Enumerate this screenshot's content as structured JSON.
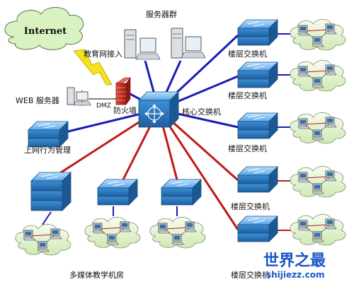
{
  "labels": {
    "internet": "Internet",
    "edu_access": "教育网接入",
    "server_group": "服务器群",
    "web_server": "WEB 服务器",
    "dmz": "DMZ",
    "firewall": "防火墙",
    "core_switch": "核心交换机",
    "floor_switch_1": "楼层交换机",
    "floor_switch_2": "楼层交换机",
    "floor_switch_3": "楼层交换机",
    "floor_switch_4": "楼层交换机",
    "floor_switch_5": "楼层交换机",
    "behavior_mgmt": "上网行为管理",
    "multimedia_room": "多媒体教学机房"
  },
  "watermark": {
    "title": "世界之最",
    "url": "shijiezz.com"
  },
  "colors": {
    "link_blue": "#1a1ab8",
    "link_red": "#c21818",
    "switch_blue": "#2f7fc8",
    "firewall_red": "#c8281e",
    "bolt_yellow": "#f5e21a",
    "cloud_green": "#dff3c8"
  }
}
